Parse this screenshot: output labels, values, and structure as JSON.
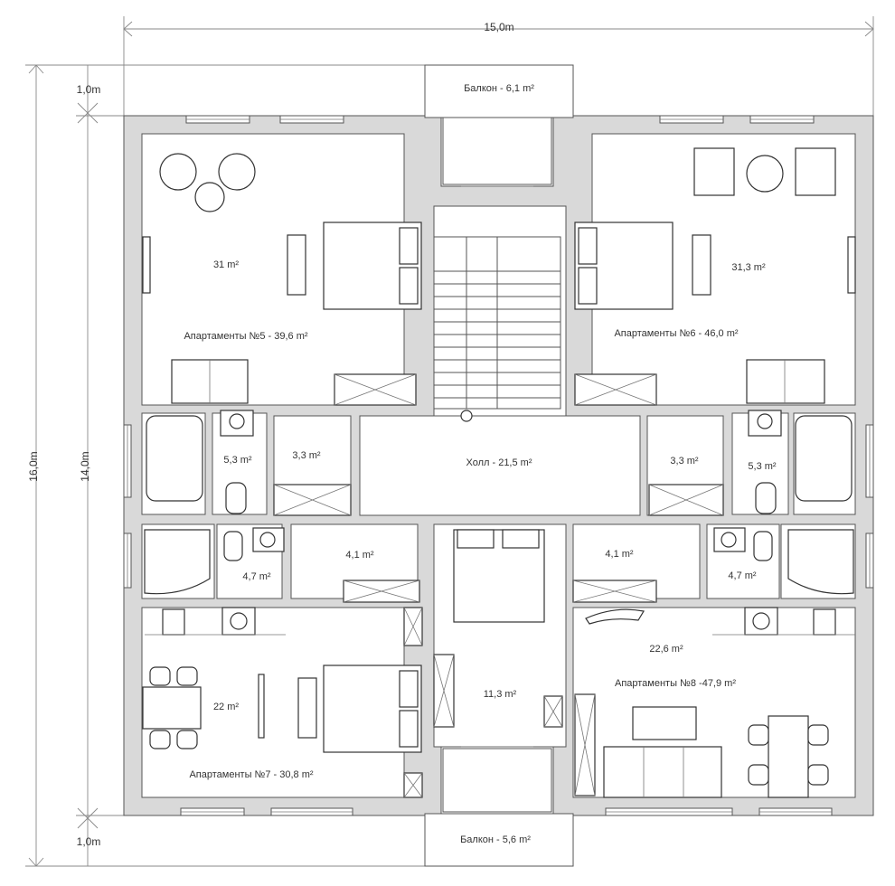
{
  "dimensions": {
    "width_total": "15,0m",
    "height_total": "16,0m",
    "height_inner": "14,0m",
    "balcony_top": "1,0m",
    "balcony_bottom": "1,0m"
  },
  "rooms": {
    "balcony_top": "Балкон - 6,1 m²",
    "balcony_bottom": "Балкон - 5,6 m²",
    "hall": "Холл - 21,5 m²",
    "apt5_area": "31 m²",
    "apt5_name": "Апартаменты №5 - 39,6 m²",
    "apt6_area": "31,3 m²",
    "apt6_name": "Апартаменты №6 - 46,0 m²",
    "apt7_area": "22 m²",
    "apt7_name": "Апартаменты №7 - 30,8 m²",
    "apt8_area": "22,6 m²",
    "apt8_name": "Апартаменты №8 -47,9 m²",
    "center_bedroom": "11,3 m²",
    "bath_5": "5,3 m²",
    "corr_5": "3,3 m²",
    "bath_6": "5,3 m²",
    "corr_6": "3,3 m²",
    "bath_7": "4,7 m²",
    "corr_7": "4,1 m²",
    "bath_8": "4,7 m²",
    "corr_8": "4,1 m²"
  }
}
